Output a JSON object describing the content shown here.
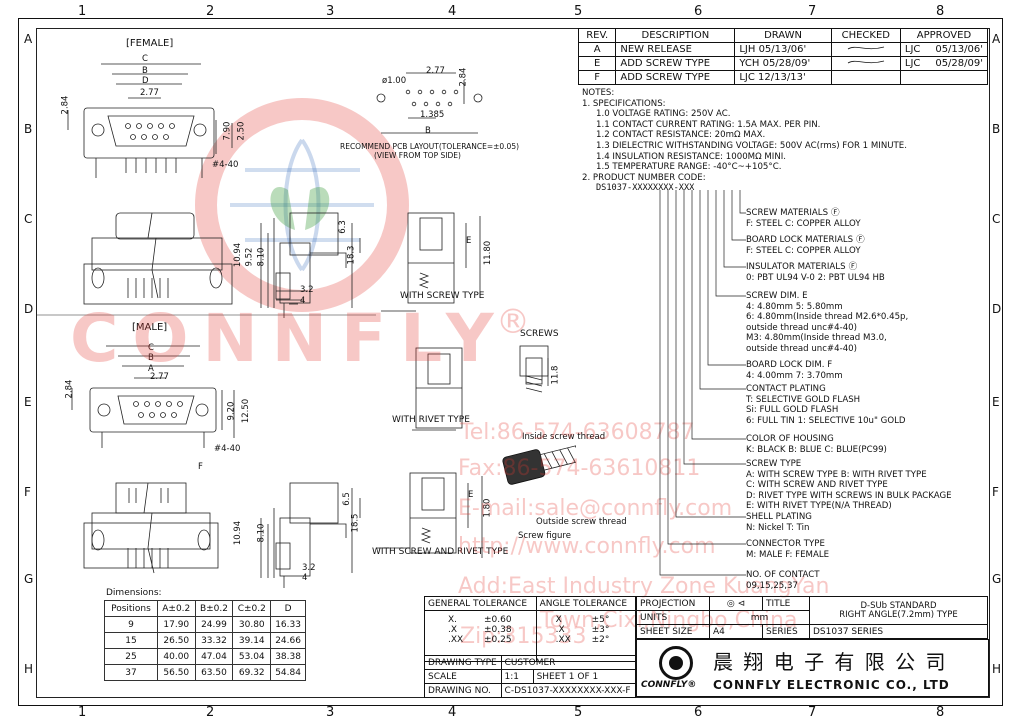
{
  "grid": {
    "columns": [
      "1",
      "2",
      "3",
      "4",
      "5",
      "6",
      "7",
      "8"
    ],
    "rows": [
      "A",
      "B",
      "C",
      "D",
      "E",
      "F",
      "G",
      "H"
    ]
  },
  "revision": {
    "headers": [
      "REV.",
      "DESCRIPTION",
      "DRAWN",
      "CHECKED",
      "APPROVED"
    ],
    "rows": [
      {
        "rev": "A",
        "desc": "NEW RELEASE",
        "drawn": "LJH 05/13/06'",
        "checked": "",
        "appr_name": "LJC",
        "appr_date": "05/13/06'"
      },
      {
        "rev": "E",
        "desc": "ADD SCREW TYPE",
        "drawn": "YCH 05/28/09'",
        "checked": "",
        "appr_name": "LJC",
        "appr_date": "05/28/09'"
      },
      {
        "rev": "F",
        "desc": "ADD SCREW TYPE",
        "drawn": "LJC 12/13/13'",
        "checked": "",
        "appr_name": "",
        "appr_date": ""
      }
    ]
  },
  "notes": {
    "title": "NOTES:",
    "spec_title": "1. SPECIFICATIONS:",
    "specs": [
      "1.0 VOLTAGE RATING: 250V AC.",
      "1.1 CONTACT CURRENT RATING: 1.5A MAX. PER PIN.",
      "1.2 CONTACT RESISTANCE: 20mΩ MAX.",
      "1.3 DIELECTRIC WITHSTANDING VOLTAGE: 500V AC(rms) FOR 1 MINUTE.",
      "1.4 INSULATION RESISTANCE: 1000MΩ MINI.",
      "1.5 TEMPERATURE RANGE: -40°C~+105°C."
    ],
    "code_title": "2. PRODUCT NUMBER CODE:",
    "code": "DS1037-XXXXXXXX-XXX",
    "callouts": [
      {
        "title": "SCREW MATERIALS",
        "lines": [
          "F: STEEL     C: COPPER ALLOY"
        ]
      },
      {
        "title": "BOARD LOCK MATERIALS",
        "lines": [
          "F: STEEL     C: COPPER ALLOY"
        ]
      },
      {
        "title": "INSULATOR MATERIALS",
        "lines": [
          "0: PBT UL94 V-0     2: PBT UL94 HB"
        ]
      },
      {
        "title": "SCREW DIM. E",
        "lines": [
          "4: 4.80mm          5: 5.80mm",
          "6: 4.80mm(Inside thread M2.6*0.45p,",
          "   outside thread unc#4-40)",
          "M3: 4.80mm(Inside thread M3.0,",
          "   outside thread unc#4-40)"
        ]
      },
      {
        "title": "BOARD LOCK DIM. F",
        "lines": [
          "4: 4.00mm          7: 3.70mm"
        ]
      },
      {
        "title": "CONTACT PLATING",
        "lines": [
          "T: SELECTIVE GOLD FLASH",
          "Si: FULL GOLD FLASH",
          "6: FULL TIN         1: SELECTIVE 10u\" GOLD"
        ]
      },
      {
        "title": "COLOR OF HOUSING",
        "lines": [
          "K: BLACK     B: BLUE     C: BLUE(PC99)"
        ]
      },
      {
        "title": "SCREW TYPE",
        "lines": [
          "A: WITH SCREW TYPE     B: WITH RIVET TYPE",
          "C: WITH SCREW AND RIVET TYPE",
          "D: RIVET TYPE WITH SCREWS IN BULK PACKAGE",
          "E: WITH RIVET TYPE(N/A THREAD)"
        ]
      },
      {
        "title": "SHELL PLATING",
        "lines": [
          "N: Nickel     T: Tin"
        ]
      },
      {
        "title": "CONNECTOR TYPE",
        "lines": [
          "M: MALE     F: FEMALE"
        ]
      },
      {
        "title": "NO. OF CONTACT",
        "lines": [
          "09,15,25,37"
        ]
      }
    ]
  },
  "drawing": {
    "female_title": "[FEMALE]",
    "male_title": "[MALE]",
    "pcb_note_1": "RECOMMEND PCB LAYOUT(TOLERANCE=±0.05)",
    "pcb_note_2": "(VIEW FROM TOP SIDE)",
    "with_screw": "WITH SCREW TYPE",
    "with_rivet": "WITH RIVET TYPE",
    "with_screw_rivet": "WITH SCREW AND RIVET TYPE",
    "screws": "SCREWS",
    "inside_thread": "Inside screw thread",
    "outside_thread": "Outside screw thread",
    "screw_figure": "Screw figure",
    "dims": {
      "c": "C",
      "b": "B",
      "d": "D",
      "a": "A",
      "f": "F",
      "e": "E",
      "d277": "2.77",
      "d284": "2.84",
      "d790": "7.90",
      "d250": "2.50",
      "thread": "#4-40",
      "d100": "ø1.00",
      "d1385": "1.385",
      "d1094": "10.94",
      "d952": "9.52",
      "d810": "8.10",
      "d63": "6.3",
      "d183": "18.3",
      "d32": "3.2",
      "d4": "4",
      "d1180": "11.80",
      "d920": "9.20",
      "d1250": "12.50",
      "d118": "11.8",
      "d65": "6.5",
      "d185": "18.5",
      "d180": "1.80"
    }
  },
  "dimensions": {
    "title": "Dimensions:",
    "headers": [
      "Positions",
      "A±0.2",
      "B±0.2",
      "C±0.2",
      "D"
    ],
    "rows": [
      [
        "9",
        "17.90",
        "24.99",
        "30.80",
        "16.33"
      ],
      [
        "15",
        "26.50",
        "33.32",
        "39.14",
        "24.66"
      ],
      [
        "25",
        "40.00",
        "47.04",
        "53.04",
        "38.38"
      ],
      [
        "37",
        "56.50",
        "63.50",
        "69.32",
        "54.84"
      ]
    ]
  },
  "title_block": {
    "gen_tol": "GENERAL TOLERANCE",
    "ang_tol": "ANGLE TOLERANCE",
    "tol_rows": [
      [
        "X.",
        "±0.60",
        "X",
        "±5°"
      ],
      [
        ".X",
        "±0.38",
        ".X",
        "±3°"
      ],
      [
        ".XX",
        "±0.25",
        ".XX",
        "±2°"
      ]
    ],
    "projection": "PROJECTION",
    "title_lbl": "TITLE",
    "title_1": "D-SUb STANDARD",
    "title_2": "RIGHT ANGLE(7.2mm) TYPE",
    "units_lbl": "UNITS",
    "units_val": "mm",
    "sheet_size_lbl": "SHEET SIZE",
    "sheet_size_val": "A4",
    "series_lbl": "SERIES",
    "series_val": "DS1037 SERIES",
    "drawing_type_lbl": "DRAWING TYPE",
    "drawing_type_val": "CUSTOMER",
    "scale_lbl": "SCALE",
    "scale_val": "1:1",
    "sheet_lbl": "SHEET 1 OF 1",
    "drawing_no_lbl": "DRAWING NO.",
    "drawing_no_val": "C-DS1037-XXXXXXXX-XXX-F",
    "company_cn": "晨 翔 电 子 有 限 公 司",
    "company_en": "CONNFLY ELECTRONIC CO., LTD",
    "logo_text": "CONNFLY®"
  },
  "watermark": {
    "brand": "CONNFLY",
    "reg": "®",
    "lines": [
      "Tel:86-574-63608787",
      "Fax:86-574-63610811",
      "E-mail:sale@connfly.com",
      "http://www.connfly.com",
      "Add:East Industry Zone KuangYan",
      "Town,Cixi,Ningbo,China",
      "Zip:315333"
    ]
  },
  "colors": {
    "watermark": "#e43a32",
    "logo_green": "#3a9a3a",
    "logo_blue": "#2a63b8"
  }
}
